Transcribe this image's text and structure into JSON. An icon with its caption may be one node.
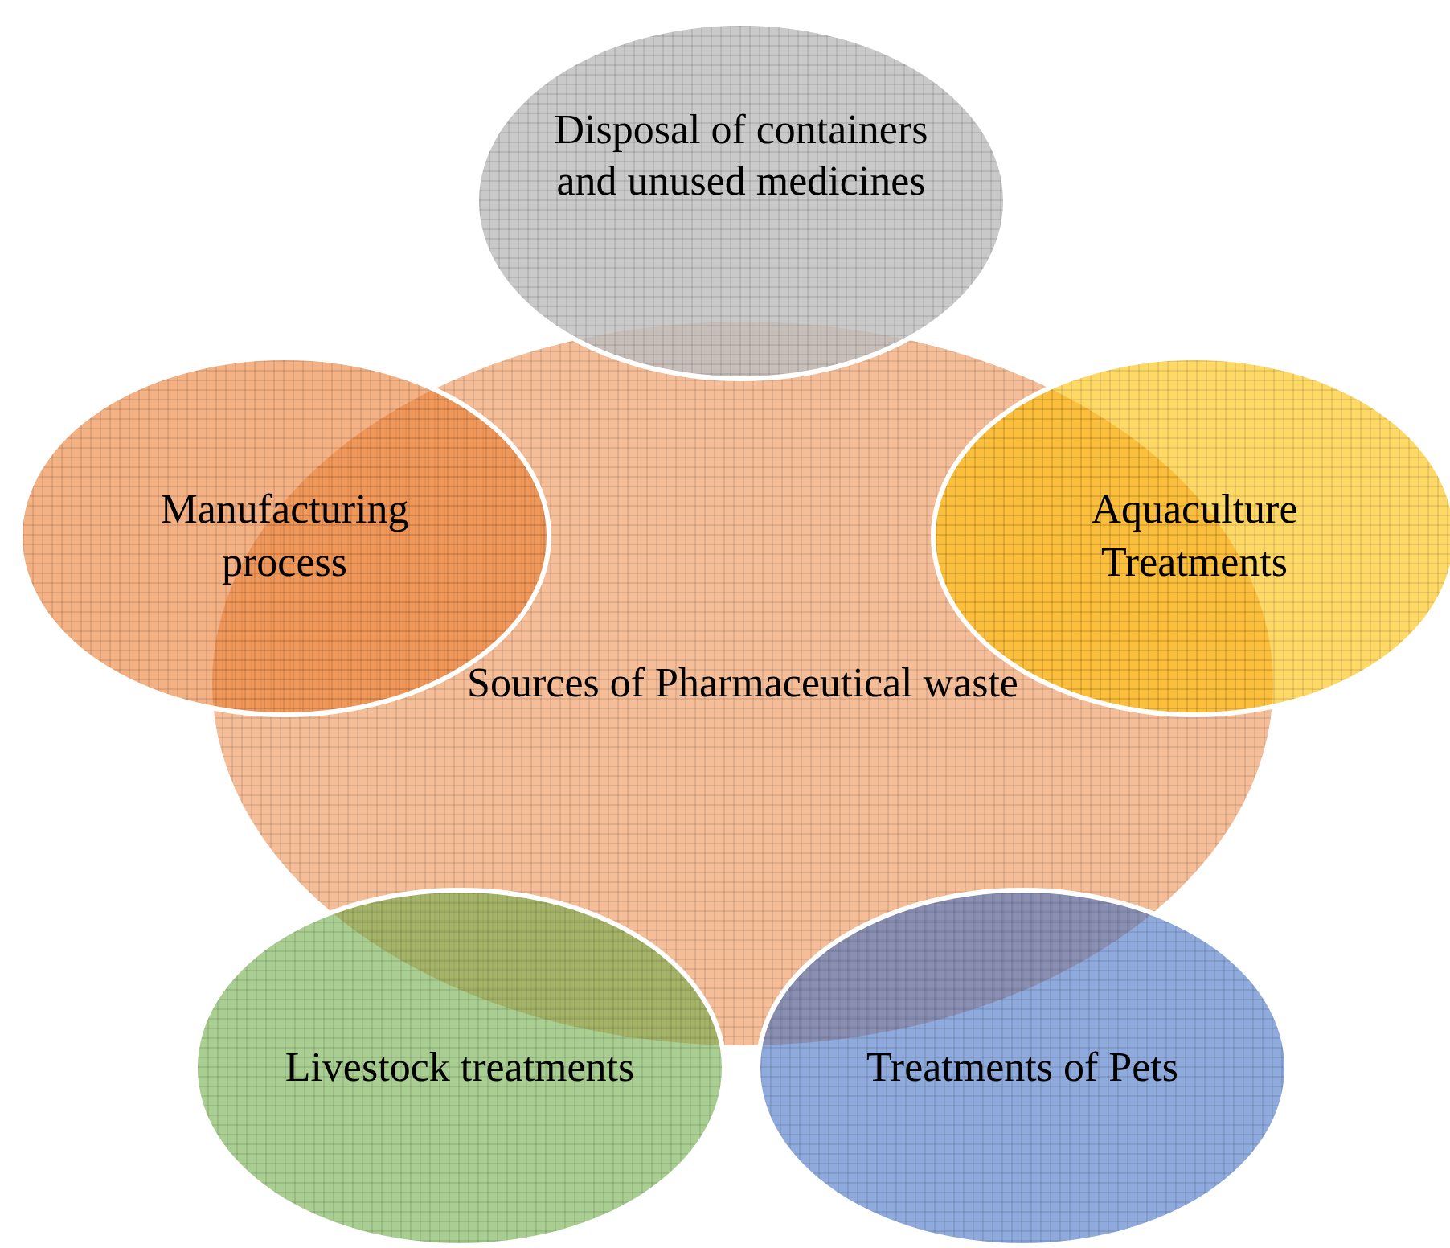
{
  "diagram": {
    "nodes": [
      {
        "text": [
          "Sources of Pharmaceutical waste"
        ]
      },
      {
        "text": [
          "Disposal of containers and unused medicines"
        ]
      },
      {
        "text": [
          "Manufacturing process"
        ]
      },
      {
        "text": [
          "Aquaculture Treatments"
        ]
      },
      {
        "text": [
          "Livestock treatments"
        ]
      },
      {
        "text": [
          "Treatments of Pets"
        ]
      }
    ]
  }
}
